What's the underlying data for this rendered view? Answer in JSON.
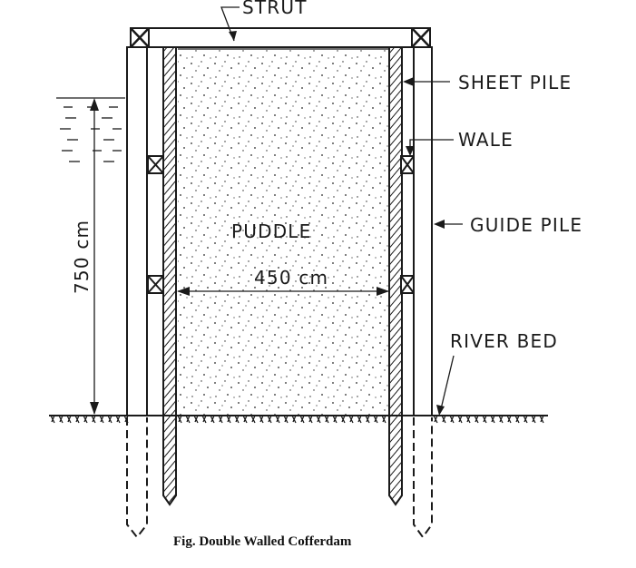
{
  "diagram": {
    "labels": {
      "strut": "STRUT",
      "sheet_pile": "SHEET PILE",
      "wale": "WALE",
      "guide_pile": "GUIDE PILE",
      "river_bed": "RIVER BED",
      "puddle": "PUDDLE",
      "width_dim": "450 cm",
      "height_dim": "750 cm"
    },
    "caption": "Fig. Double Walled Cofferdam"
  }
}
